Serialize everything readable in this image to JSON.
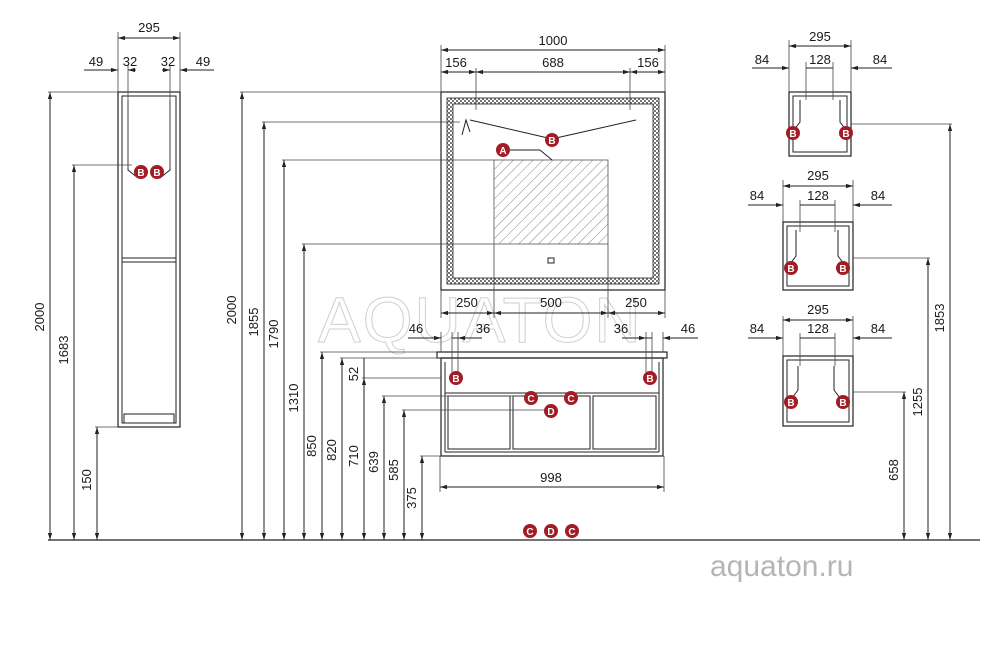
{
  "colors": {
    "marker": "#a21c25",
    "line": "#222222",
    "watermark": "#cfcfcf",
    "url_text": "#b5b5b5"
  },
  "watermark": "AQUATON",
  "site_url": "aquaton.ru",
  "column_cabinet": {
    "width": "295",
    "side_left": "49",
    "side_right": "49",
    "inner_left": "32",
    "inner_right": "32",
    "height_total": "2000",
    "height_handles": "1683",
    "height_bottom": "150",
    "markers": [
      "B",
      "B"
    ]
  },
  "mirror": {
    "width": "1000",
    "margin_left": "156",
    "inner_width": "688",
    "margin_right": "156",
    "shelf_left": "250",
    "shelf_center": "500",
    "shelf_right": "250",
    "height_total": "2000",
    "height_top": "1855",
    "height_panel": "1790",
    "height_shelf": "1310",
    "marker_a": "A",
    "marker_b": "B"
  },
  "vanity": {
    "left_a": "46",
    "left_b": "36",
    "right_a": "36",
    "right_b": "46",
    "top_gap": "52",
    "width": "998",
    "heights": [
      "850",
      "820",
      "710",
      "639",
      "585",
      "375"
    ],
    "markers_b": [
      "B",
      "B"
    ],
    "markers_c": [
      "C",
      "C"
    ],
    "marker_d": "D"
  },
  "floor_markers": [
    "C",
    "D",
    "C"
  ],
  "wall_cabinets": [
    {
      "width": "295",
      "left": "84",
      "inner": "128",
      "right": "84",
      "markers": [
        "B",
        "B"
      ]
    },
    {
      "width": "295",
      "left": "84",
      "inner": "128",
      "right": "84",
      "markers": [
        "B",
        "B"
      ]
    },
    {
      "width": "295",
      "left": "84",
      "inner": "128",
      "right": "84",
      "markers": [
        "B",
        "B"
      ]
    }
  ],
  "wall_heights": [
    "658",
    "1255",
    "1853"
  ]
}
